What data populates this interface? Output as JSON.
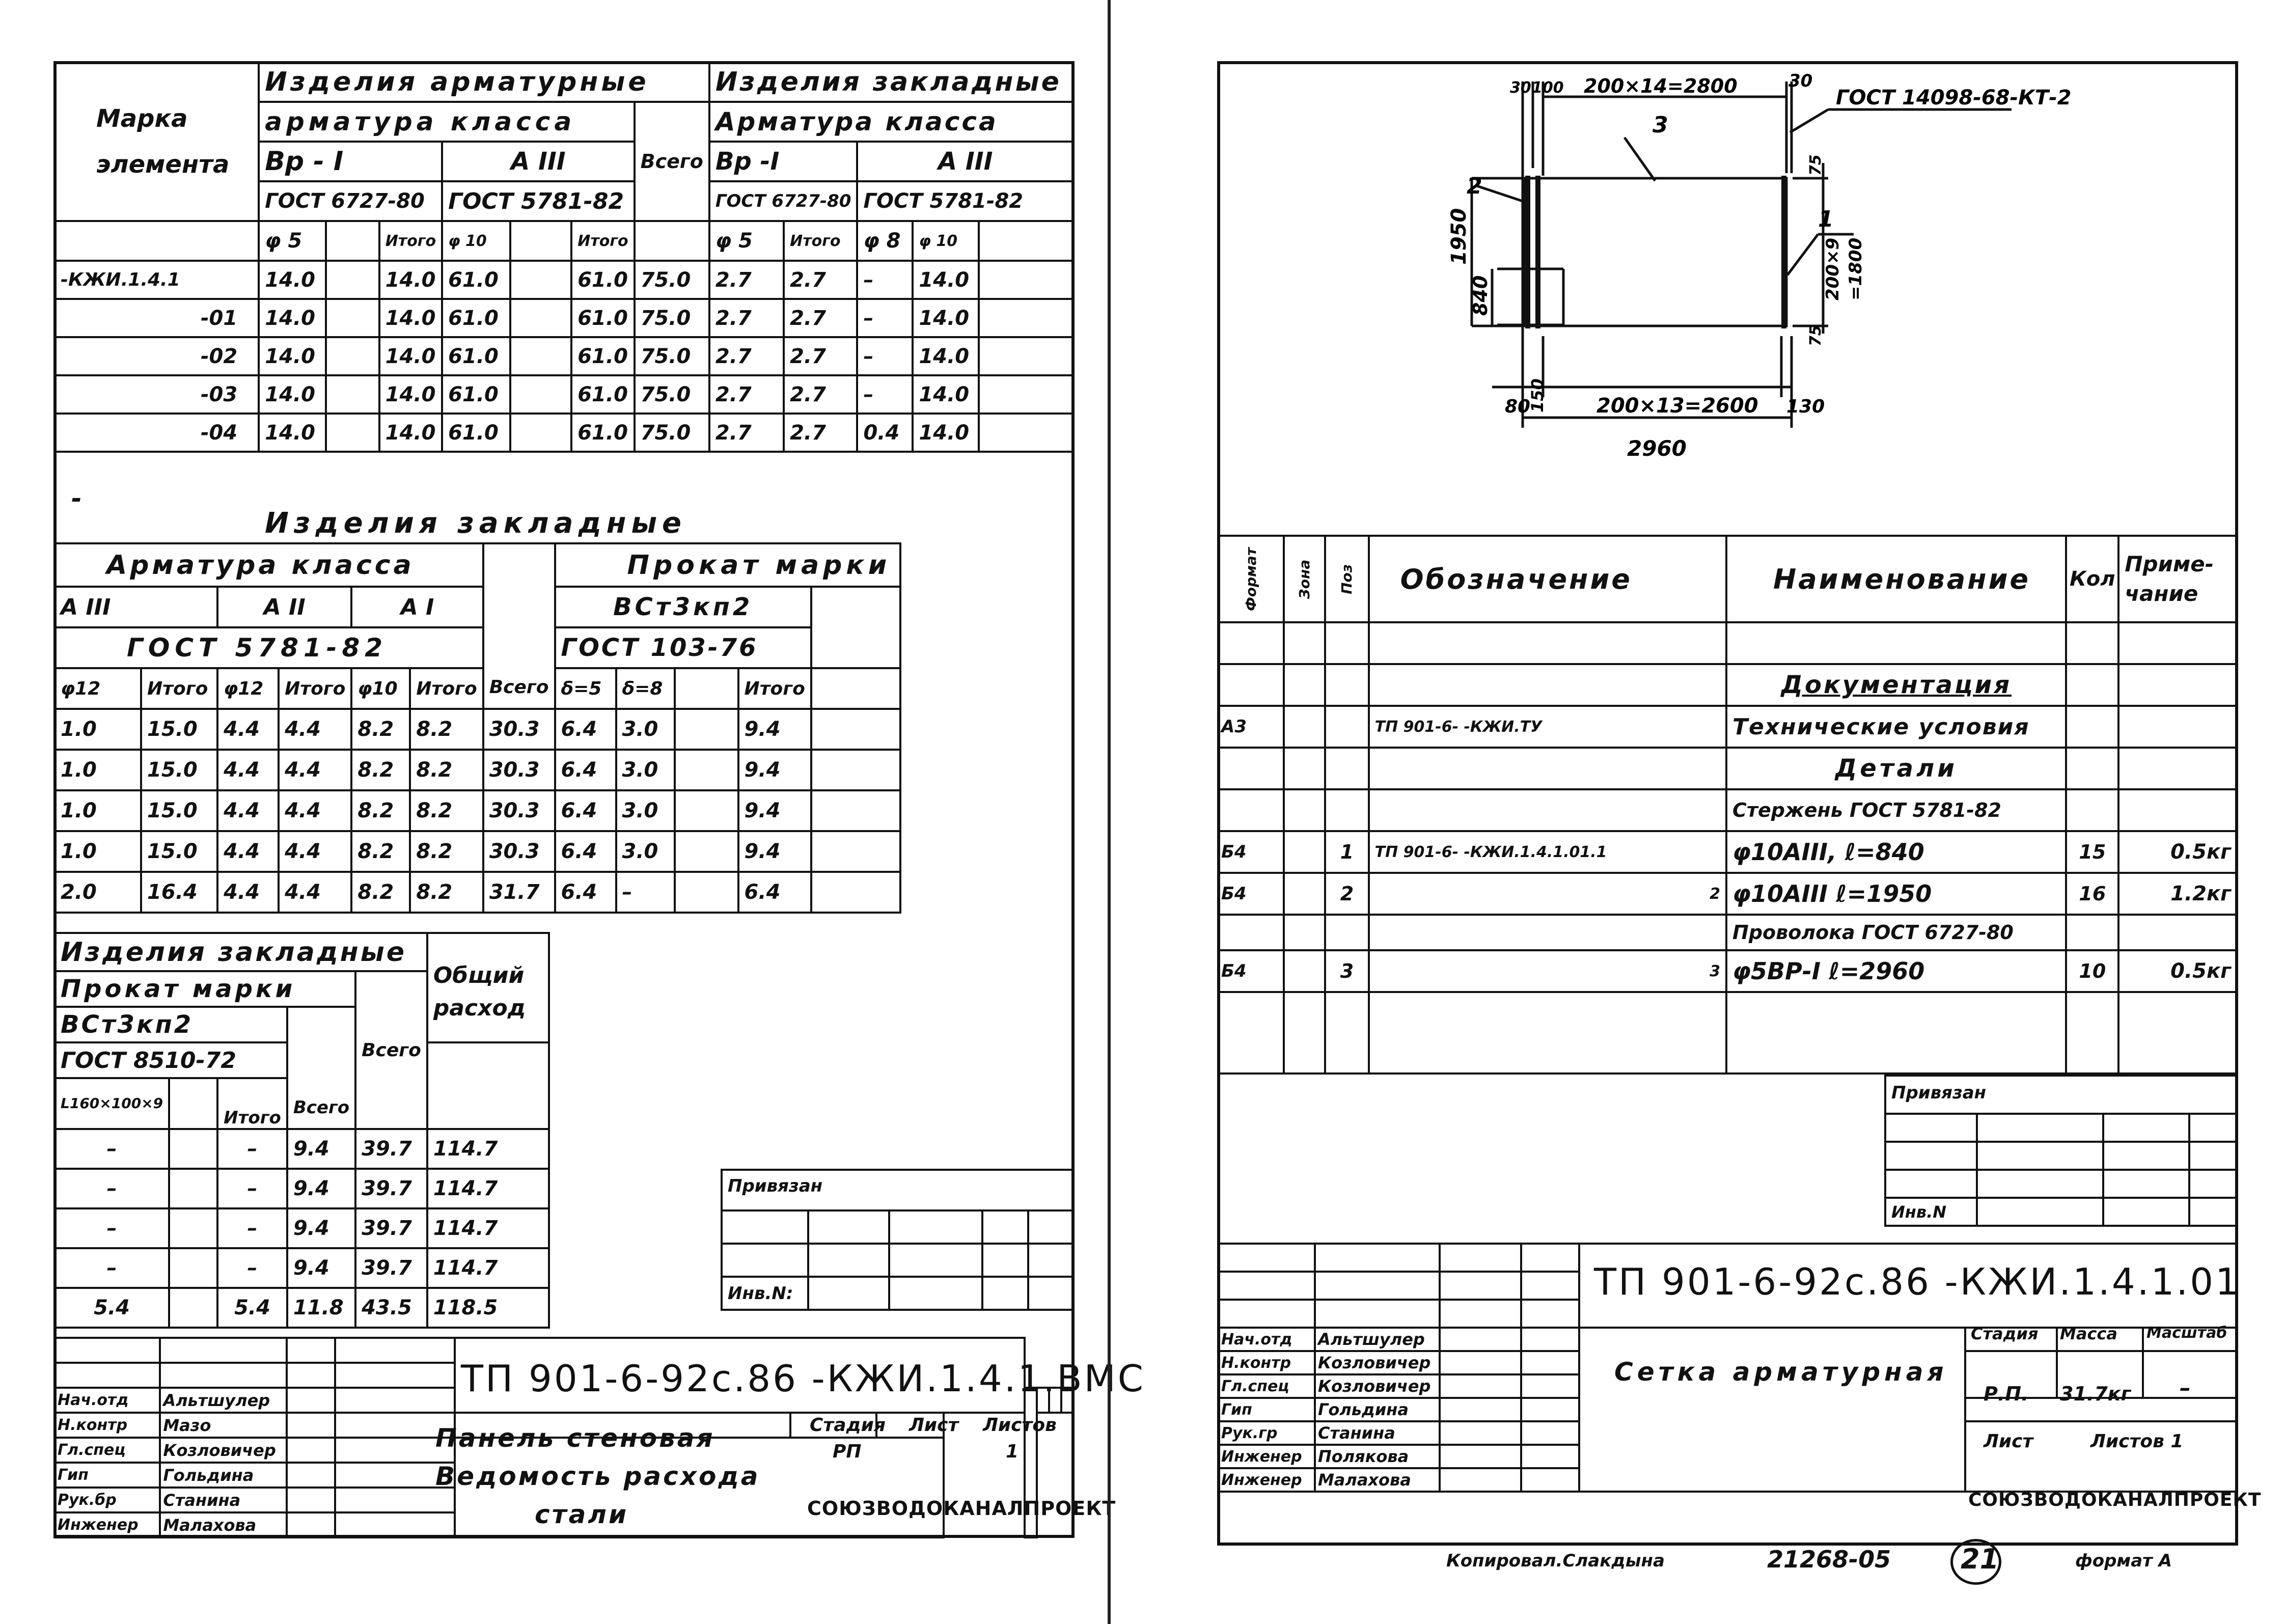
{
  "left": {
    "top_table": {
      "head_marka": "Марка",
      "head_elementa": "элемента",
      "group_armatura": "Изделия арматурные",
      "group_zaklad": "Изделия закладные",
      "armatura_klassa": "арматура класса",
      "armatura_klassa2": "Арматура класса",
      "bp1": "Вр - I",
      "a3": "А III",
      "bp1b": "Вр -I",
      "a3b": "А III",
      "gost1": "ГОСТ 6727-80",
      "gost2": "ГОСТ 5781-82",
      "gost3": "ГОСТ 6727-80",
      "gost4": "ГОСТ 5781-82",
      "vsego": "Всего",
      "cols": [
        "φ 5",
        "",
        "Итого",
        "φ 10",
        "",
        "Итого",
        "φ 5",
        "Итого",
        "φ 8",
        "φ 10",
        ""
      ],
      "rows": [
        {
          "mark": "-КЖИ.1.4.1",
          "v": [
            "14.0",
            "",
            "14.0",
            "61.0",
            "",
            "61.0",
            "75.0",
            "2.7",
            "2.7",
            "–",
            "14.0",
            ""
          ]
        },
        {
          "mark": "-01",
          "v": [
            "14.0",
            "",
            "14.0",
            "61.0",
            "",
            "61.0",
            "75.0",
            "2.7",
            "2.7",
            "–",
            "14.0",
            ""
          ]
        },
        {
          "mark": "-02",
          "v": [
            "14.0",
            "",
            "14.0",
            "61.0",
            "",
            "61.0",
            "75.0",
            "2.7",
            "2.7",
            "–",
            "14.0",
            ""
          ]
        },
        {
          "mark": "-03",
          "v": [
            "14.0",
            "",
            "14.0",
            "61.0",
            "",
            "61.0",
            "75.0",
            "2.7",
            "2.7",
            "–",
            "14.0",
            ""
          ]
        },
        {
          "mark": "-04",
          "v": [
            "14.0",
            "",
            "14.0",
            "61.0",
            "",
            "61.0",
            "75.0",
            "2.7",
            "2.7",
            "0.4",
            "14.0",
            ""
          ]
        }
      ]
    },
    "dash": "-",
    "mid_title": "Изделия закладные",
    "mid_table": {
      "armatura": "Арматура класса",
      "prokat": "Прокат марки",
      "a3": "А III",
      "a2": "А II",
      "a1": "А I",
      "vst": "ВСт3кп2",
      "gost_a": "ГОСТ 5781-82",
      "vsego": "Всего",
      "gost_b": "ГОСТ 103-76",
      "cols": [
        "φ12",
        "Итого",
        "φ12",
        "Итого",
        "φ10",
        "Итого",
        "",
        "δ=5",
        "δ=8",
        "",
        "Итого",
        ""
      ],
      "rows": [
        [
          "1.0",
          "15.0",
          "4.4",
          "4.4",
          "8.2",
          "8.2",
          "30.3",
          "6.4",
          "3.0",
          "",
          "9.4",
          ""
        ],
        [
          "1.0",
          "15.0",
          "4.4",
          "4.4",
          "8.2",
          "8.2",
          "30.3",
          "6.4",
          "3.0",
          "",
          "9.4",
          ""
        ],
        [
          "1.0",
          "15.0",
          "4.4",
          "4.4",
          "8.2",
          "8.2",
          "30.3",
          "6.4",
          "3.0",
          "",
          "9.4",
          ""
        ],
        [
          "1.0",
          "15.0",
          "4.4",
          "4.4",
          "8.2",
          "8.2",
          "30.3",
          "6.4",
          "3.0",
          "",
          "9.4",
          ""
        ],
        [
          "2.0",
          "16.4",
          "4.4",
          "4.4",
          "8.2",
          "8.2",
          "31.7",
          "6.4",
          "–",
          "",
          "6.4",
          ""
        ]
      ]
    },
    "low_table": {
      "title": "Изделия закладные",
      "prokat": "Прокат марки",
      "obshiy": "Общий расход",
      "vst": "ВСт3кп2",
      "vsego": "Всего",
      "gost": "ГОСТ 8510-72",
      "vsego2": "Всего",
      "angle": "L160×100×9",
      "itogo": "Итого",
      "rows": [
        [
          "–",
          "",
          "–",
          "9.4",
          "39.7",
          "114.7"
        ],
        [
          "–",
          "",
          "–",
          "9.4",
          "39.7",
          "114.7"
        ],
        [
          "–",
          "",
          "–",
          "9.4",
          "39.7",
          "114.7"
        ],
        [
          "–",
          "",
          "–",
          "9.4",
          "39.7",
          "114.7"
        ],
        [
          "5.4",
          "",
          "5.4",
          "11.8",
          "43.5",
          "118.5"
        ]
      ]
    },
    "privyazan": "Привязан",
    "inv": "Инв.N:",
    "stamp": {
      "people": [
        [
          "Нач.отд",
          "Альтшулер"
        ],
        [
          "Н.контр",
          "Мазо"
        ],
        [
          "Гл.спец",
          "Козловичер"
        ],
        [
          "Гип",
          "Гольдина"
        ],
        [
          "Рук.бр",
          "Станина"
        ],
        [
          "Инженер",
          "Малахова"
        ]
      ],
      "code": "ТП 901-6-92с.86 -КЖИ.1.4.1.ВМС",
      "title1": "Панель стеновая",
      "title2": "Ведомость расхода",
      "title3": "стали",
      "stadiya": "Стадия",
      "list": "Лист",
      "listov": "Листов",
      "stadiya_val": "РП",
      "listov_val": "1",
      "org": "СОЮЗВОДОКАНАЛПРОЕКТ"
    }
  },
  "right": {
    "drawing": {
      "d_30a": "30",
      "d_100": "100",
      "d_top": "200×14=2800",
      "d_30b": "30",
      "gost_note": "ГОСТ 14098-68-КТ-2",
      "callout3": "3",
      "callout2": "2",
      "callout1": "1",
      "d_1950": "1950",
      "d_840": "840",
      "d_75a": "75",
      "d_75b": "75",
      "d_200x9": "200×9",
      "d_1800": "=1800",
      "d_80": "80",
      "d_150": "150",
      "d_bottom": "200×13=2600",
      "d_130": "130",
      "d_2960": "2960"
    },
    "spec": {
      "h_format": "Формат",
      "h_zona": "Зона",
      "h_poz": "Поз",
      "h_oboz": "Обозначение",
      "h_naim": "Наименование",
      "h_kol": "Кол",
      "h_prim": "Приме-чание",
      "rows": [
        [
          "",
          "",
          "",
          "",
          "",
          "",
          ""
        ],
        [
          "",
          "",
          "",
          "",
          "Документация",
          "",
          ""
        ],
        [
          "А3",
          "",
          "",
          "ТП 901-6-          -КЖИ.ТУ",
          "Технические условия",
          "",
          ""
        ],
        [
          "",
          "",
          "",
          "",
          "Детали",
          "",
          ""
        ],
        [
          "",
          "",
          "",
          "",
          "Стержень ГОСТ 5781-82",
          "",
          ""
        ],
        [
          "Б4",
          "",
          "1",
          "ТП 901-6-        -КЖИ.1.4.1.01.1",
          "φ10АIII,     ℓ=840",
          "15",
          "0.5кг"
        ],
        [
          "Б4",
          "",
          "2",
          "2",
          "φ10АIII     ℓ=1950",
          "16",
          "1.2кг"
        ],
        [
          "",
          "",
          "",
          "",
          "Проволока ГОСТ 6727-80",
          "",
          ""
        ],
        [
          "Б4",
          "",
          "3",
          "3",
          "φ5ВР-I     ℓ=2960",
          "10",
          "0.5кг"
        ]
      ]
    },
    "privyazan": "Привязан",
    "inv": "Инв.N",
    "stamp": {
      "code": "ТП 901-6-92с.86 -КЖИ.1.4.1.01",
      "people": [
        [
          "Нач.отд",
          "Альтшулер"
        ],
        [
          "Н.контр",
          "Козловичер"
        ],
        [
          "Гл.спец",
          "Козловичер"
        ],
        [
          "Гип",
          "Гольдина"
        ],
        [
          "Рук.гр",
          "Станина"
        ],
        [
          "Инженер",
          "Полякова"
        ],
        [
          "Инженер",
          "Малахова"
        ]
      ],
      "title": "Сетка арматурная",
      "stadiya": "Стадия",
      "massa": "Масса",
      "masshtab": "Масштаб",
      "stadiya_val": "Р.П.",
      "massa_val": "31.7кг",
      "masshtab_val": "–",
      "list": "Лист",
      "listov": "Листов 1",
      "org": "СОЮЗВОДОКАНАЛПРОЕКТ"
    },
    "footer": {
      "kopiroval": "Копировал.Слакдына",
      "number": "21268-05",
      "page": "21",
      "format": "формат А"
    }
  }
}
